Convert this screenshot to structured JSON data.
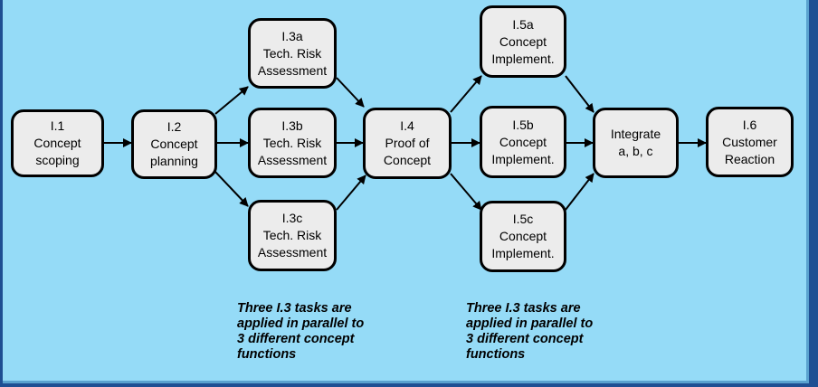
{
  "nodes": {
    "n1": {
      "lines": [
        "I.1",
        "Concept",
        "scoping"
      ]
    },
    "n2": {
      "lines": [
        "I.2",
        "Concept",
        "planning"
      ]
    },
    "n3a": {
      "lines": [
        "I.3a",
        "Tech. Risk",
        "Assessment"
      ]
    },
    "n3b": {
      "lines": [
        "I.3b",
        "Tech. Risk",
        "Assessment"
      ]
    },
    "n3c": {
      "lines": [
        "I.3c",
        "Tech. Risk",
        "Assessment"
      ]
    },
    "n4": {
      "lines": [
        "I.4",
        "Proof of",
        "Concept"
      ]
    },
    "n5a": {
      "lines": [
        "I.5a",
        "Concept",
        "Implement."
      ]
    },
    "n5b": {
      "lines": [
        "I.5b",
        "Concept",
        "Implement."
      ]
    },
    "n5c": {
      "lines": [
        "I.5c",
        "Concept",
        "Implement."
      ]
    },
    "nint": {
      "lines": [
        "Integrate",
        "a, b, c"
      ]
    },
    "n6": {
      "lines": [
        "I.6",
        "Customer",
        "Reaction"
      ]
    }
  },
  "notes": {
    "left": {
      "lines": [
        "Three I.3 tasks are",
        "applied in parallel to",
        "3 different concept",
        "functions"
      ]
    },
    "right": {
      "lines": [
        "Three I.3 tasks are",
        "applied in parallel to",
        "3 different concept",
        "functions"
      ]
    }
  },
  "colors": {
    "background": "#95dbf7",
    "frame": "#1f4f93",
    "node_fill": "#ececec",
    "line": "#000000"
  }
}
